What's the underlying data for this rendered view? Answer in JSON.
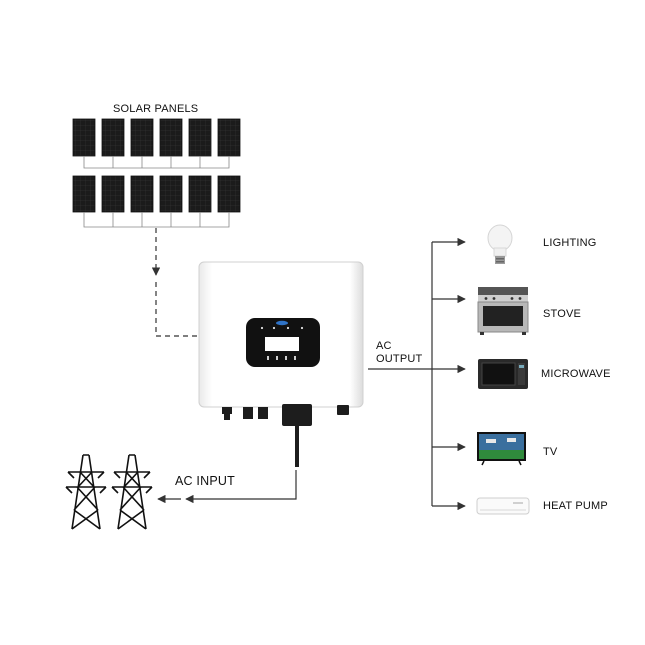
{
  "solar": {
    "label": "SOLAR PANELS"
  },
  "ac_input": {
    "label": "AC INPUT"
  },
  "ac_output": {
    "label_line1": "AC",
    "label_line2": "OUTPUT"
  },
  "loads": [
    {
      "label": "LIGHTING",
      "icon": "light-bulb-icon"
    },
    {
      "label": "STOVE",
      "icon": "stove-icon"
    },
    {
      "label": "MICROWAVE",
      "icon": "microwave-icon"
    },
    {
      "label": "TV",
      "icon": "tv-icon"
    },
    {
      "label": "HEAT PUMP",
      "icon": "heat-pump-icon"
    }
  ],
  "colors": {
    "line": "#333333",
    "panel": "#1c1c1c",
    "inverter": "#ffffff",
    "display": "#111111"
  }
}
